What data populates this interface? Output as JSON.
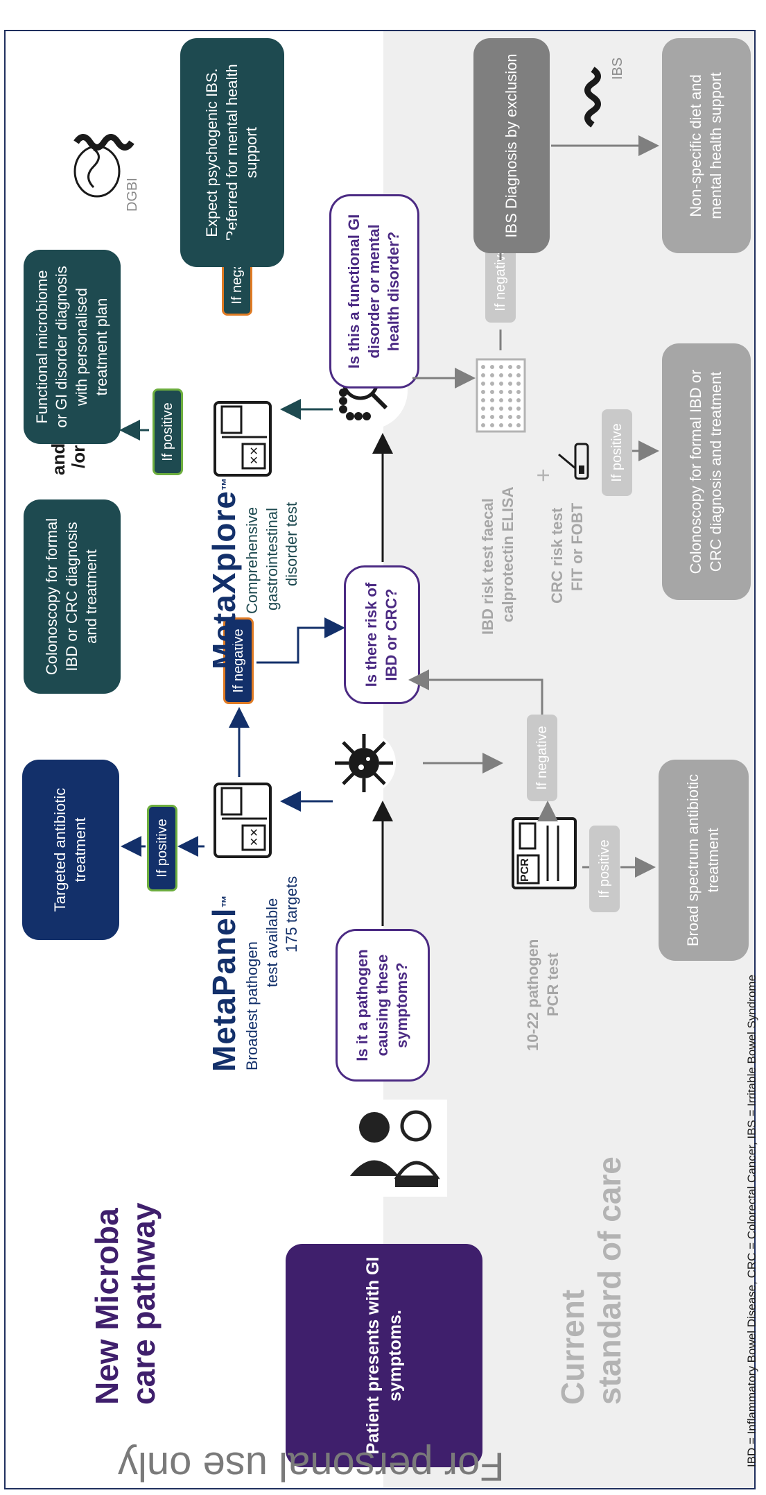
{
  "sections": {
    "new_title_line1": "New Microba",
    "new_title_line2": "care pathway",
    "current_title_line1": "Current",
    "current_title_line2": "standard of care"
  },
  "patient_box": "Patient presents with GI symptoms.",
  "bubbles": {
    "pathogen": "Is it a pathogen causing these symptoms?",
    "ibd_crc": "Is there risk of IBD or CRC?",
    "functional": "Is this a functional GI disorder or mental health disorder?"
  },
  "metapanel": {
    "name": "MetaPanel",
    "tm": "™",
    "desc_line1": "Broadest pathogen",
    "desc_line2": "test available",
    "desc_line3": "175 targets"
  },
  "metaxplore": {
    "name": "MetaXplore",
    "tm": "™",
    "desc_line1": "Comprehensive",
    "desc_line2": "gastrointestinal",
    "desc_line3": "disorder test"
  },
  "pills": {
    "if_positive": "If positive",
    "if_negative": "If negative"
  },
  "outcomes": {
    "targeted_antibiotic": "Targeted antibiotic treatment",
    "colonoscopy_new": "Colonoscopy for formal IBD or CRC diagnosis and treatment",
    "functional_microbiome": "Functional microbiome or GI disorder diagnosis with personalised treatment plan",
    "psychogenic": "Expect psychogenic IBS. Referred for mental health support",
    "and_or_1": "and",
    "and_or_2": "/or",
    "broad_spectrum": "Broad spectrum antibiotic treatment",
    "colonoscopy_current": "Colonoscopy for formal IBD or CRC diagnosis and treatment",
    "ibs_exclusion": "IBS Diagnosis by exclusion",
    "nonspecific": "Non-specific diet and mental health support"
  },
  "current_tests": {
    "pcr_line1": "10-22 pathogen",
    "pcr_line2": "PCR test",
    "ibd_line1": "IBD risk test faecal",
    "ibd_line2": "calprotectin ELISA",
    "crc_line1": "CRC risk test",
    "crc_line2": "FIT or FOBT",
    "pcr_icon_text": "PCR"
  },
  "icon_labels": {
    "dgbi": "DGBI",
    "ibs": "IBS"
  },
  "footnote": "IBD = Inflammatory Bowel Disease, CRC = Colorectal Cancer, IBS = Irritable Bowel Syndrome",
  "watermark": "For personal use only",
  "colors": {
    "navy": "#13306a",
    "teal": "#1e4a50",
    "purple": "#3f1f6c",
    "gray": "#a6a6a6",
    "green": "#6dae3e",
    "orange": "#e07b24"
  }
}
